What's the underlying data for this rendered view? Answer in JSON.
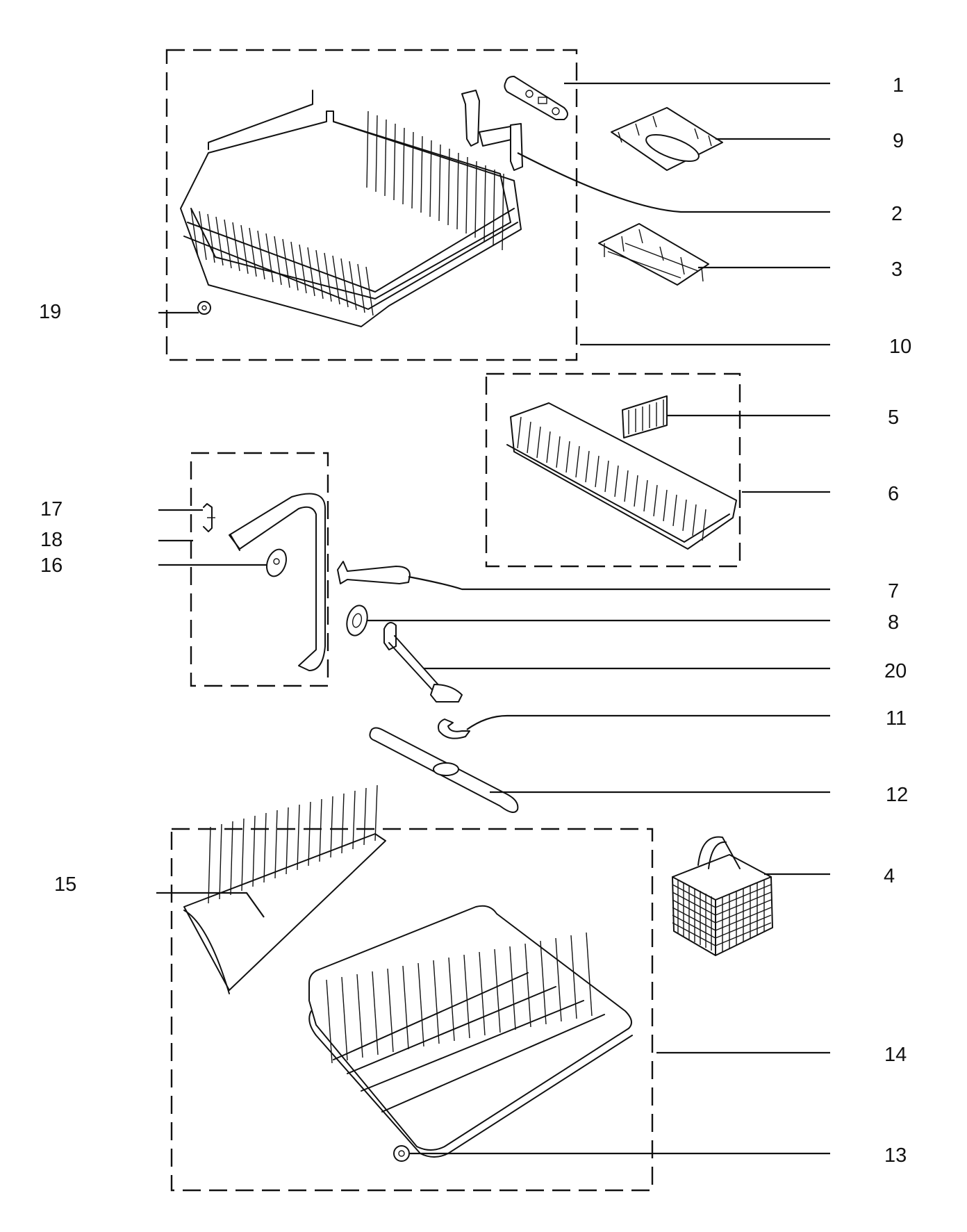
{
  "callouts": [
    {
      "id": "1",
      "label": "1"
    },
    {
      "id": "9",
      "label": "9"
    },
    {
      "id": "2",
      "label": "2"
    },
    {
      "id": "3",
      "label": "3"
    },
    {
      "id": "19",
      "label": "19"
    },
    {
      "id": "10",
      "label": "10"
    },
    {
      "id": "5",
      "label": "5"
    },
    {
      "id": "6",
      "label": "6"
    },
    {
      "id": "17",
      "label": "17"
    },
    {
      "id": "18",
      "label": "18"
    },
    {
      "id": "16",
      "label": "16"
    },
    {
      "id": "7",
      "label": "7"
    },
    {
      "id": "8",
      "label": "8"
    },
    {
      "id": "20",
      "label": "20"
    },
    {
      "id": "11",
      "label": "11"
    },
    {
      "id": "12",
      "label": "12"
    },
    {
      "id": "15",
      "label": "15"
    },
    {
      "id": "4",
      "label": "4"
    },
    {
      "id": "14",
      "label": "14"
    },
    {
      "id": "13",
      "label": "13"
    }
  ]
}
